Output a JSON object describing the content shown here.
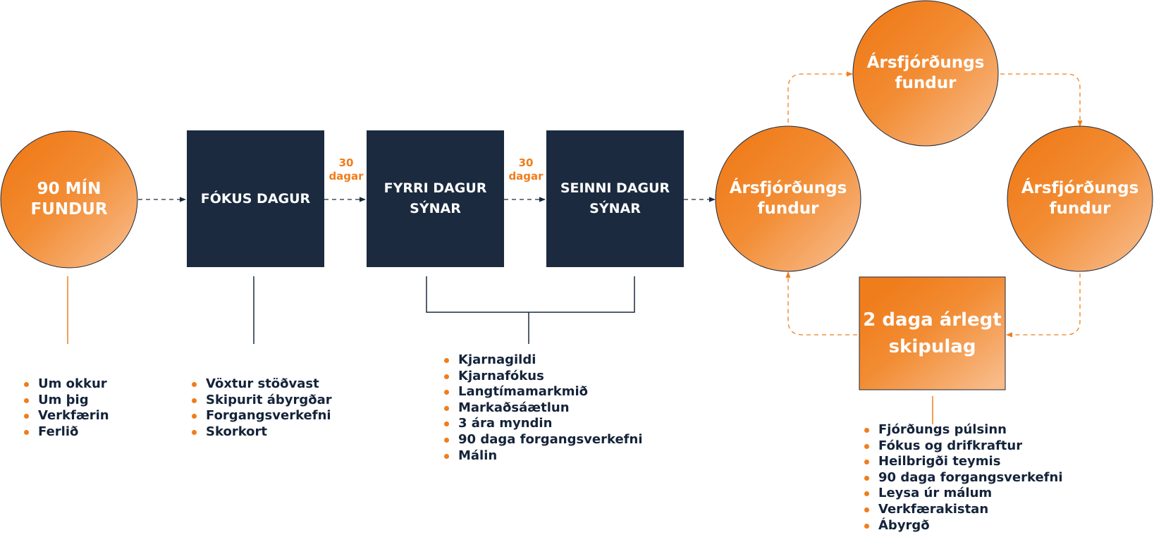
{
  "colors": {
    "accent": "#f07d1c",
    "accent_light": "#f7b37d",
    "navy": "#1b2a3f",
    "text": "#14233a"
  },
  "nodes": {
    "meeting_90": {
      "lines": [
        "90 MÍN",
        "FUNDUR"
      ]
    },
    "focus_day": {
      "lines": [
        "FÓKUS DAGUR"
      ]
    },
    "vision_day_1": {
      "lines": [
        "FYRRI DAGUR",
        "SÝNAR"
      ]
    },
    "vision_day_2": {
      "lines": [
        "SEINNI DAGUR",
        "SÝNAR"
      ]
    },
    "quarterly_left": {
      "lines": [
        "Ársfjórðungs",
        "fundur"
      ]
    },
    "quarterly_top": {
      "lines": [
        "Ársfjórðungs",
        "fundur"
      ]
    },
    "quarterly_right": {
      "lines": [
        "Ársfjórðungs",
        "fundur"
      ]
    },
    "annual_planning": {
      "lines": [
        "2 daga árlegt",
        "skipulag"
      ]
    }
  },
  "gap_labels": [
    {
      "lines": [
        "30",
        "dagar"
      ]
    },
    {
      "lines": [
        "30",
        "dagar"
      ]
    }
  ],
  "lists": {
    "meeting_90": [
      "Um okkur",
      "Um þig",
      "Verkfærin",
      "Ferlið"
    ],
    "focus_day": [
      "Vöxtur stöðvast",
      "Skipurit ábyrgðar",
      "Forgangsverkefni",
      "Skorkort"
    ],
    "vision_days": [
      "Kjarnagildi",
      "Kjarnafókus",
      "Langtímamarkmið",
      "Markaðsáætlun",
      "3 ára myndin",
      "90 daga forgangsverkefni",
      "Málin"
    ],
    "quarterly": [
      "Fjórðungs púlsinn",
      "Fókus og drifkraftur",
      "Heilbrigði teymis",
      "90 daga forgangsverkefni",
      "Leysa úr málum",
      "Verkfærakistan",
      "Ábyrgð"
    ]
  }
}
